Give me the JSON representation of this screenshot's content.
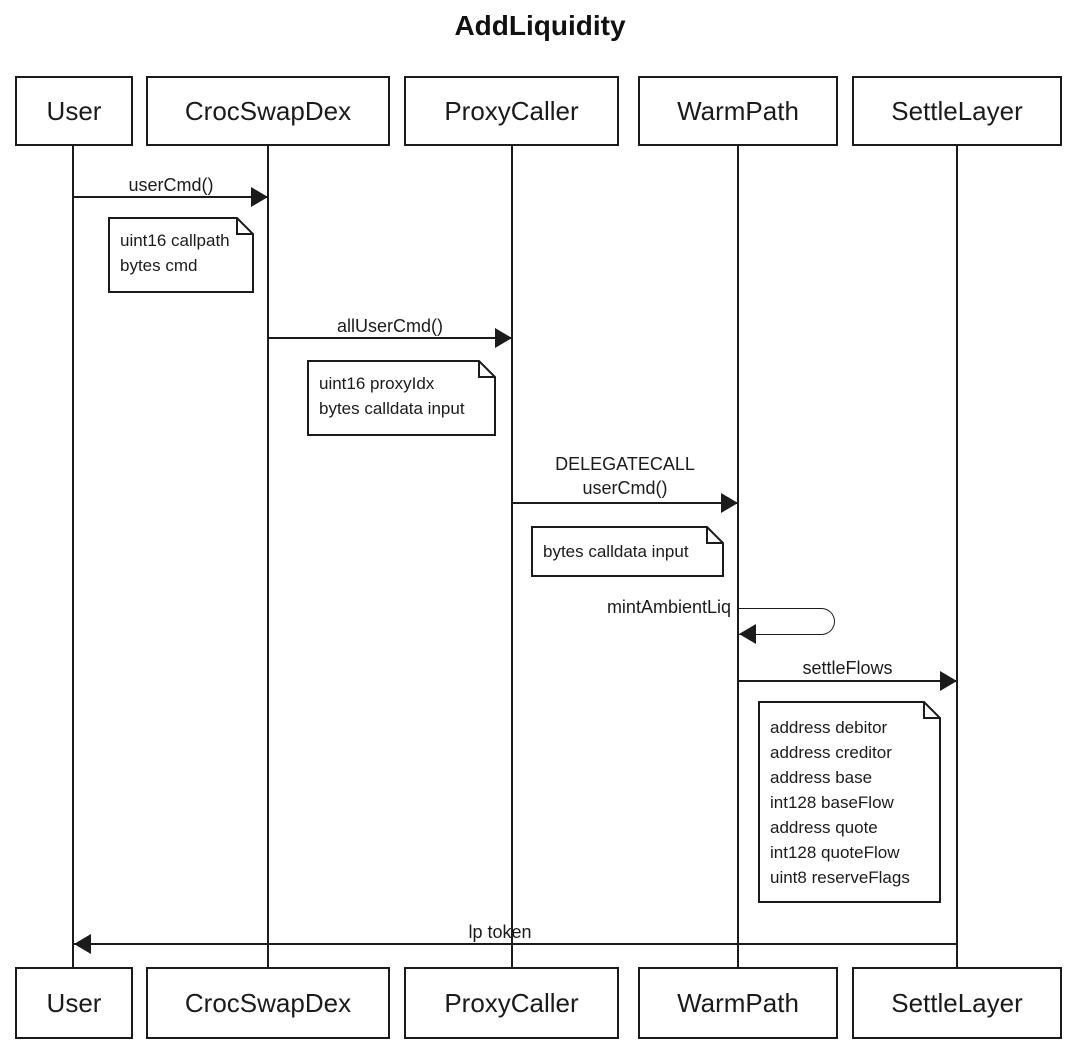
{
  "title": "AddLiquidity",
  "colors": {
    "line": "#1b1b1b",
    "background": "#ffffff"
  },
  "participants": [
    "User",
    "CrocSwapDex",
    "ProxyCaller",
    "WarmPath",
    "SettleLayer"
  ],
  "messages": [
    {
      "label": "userCmd()",
      "from": "User",
      "to": "CrocSwapDex"
    },
    {
      "label": "allUserCmd()",
      "from": "CrocSwapDex",
      "to": "ProxyCaller"
    },
    {
      "lines": [
        "DELEGATECALL",
        "userCmd()"
      ],
      "from": "ProxyCaller",
      "to": "WarmPath"
    },
    {
      "label": "mintAmbientLiq",
      "from": "WarmPath",
      "to": "WarmPath"
    },
    {
      "label": "settleFlows",
      "from": "WarmPath",
      "to": "SettleLayer"
    },
    {
      "label": "lp token",
      "from": "SettleLayer",
      "to": "User"
    }
  ],
  "notes": [
    {
      "lines": [
        "uint16 callpath",
        "bytes cmd"
      ]
    },
    {
      "lines": [
        "uint16 proxyIdx",
        "bytes calldata input"
      ]
    },
    {
      "lines": [
        "bytes calldata input"
      ]
    },
    {
      "lines": [
        "address debitor",
        "address creditor",
        "address base",
        "int128 baseFlow",
        "address quote",
        "int128 quoteFlow",
        "uint8 reserveFlags"
      ]
    }
  ]
}
